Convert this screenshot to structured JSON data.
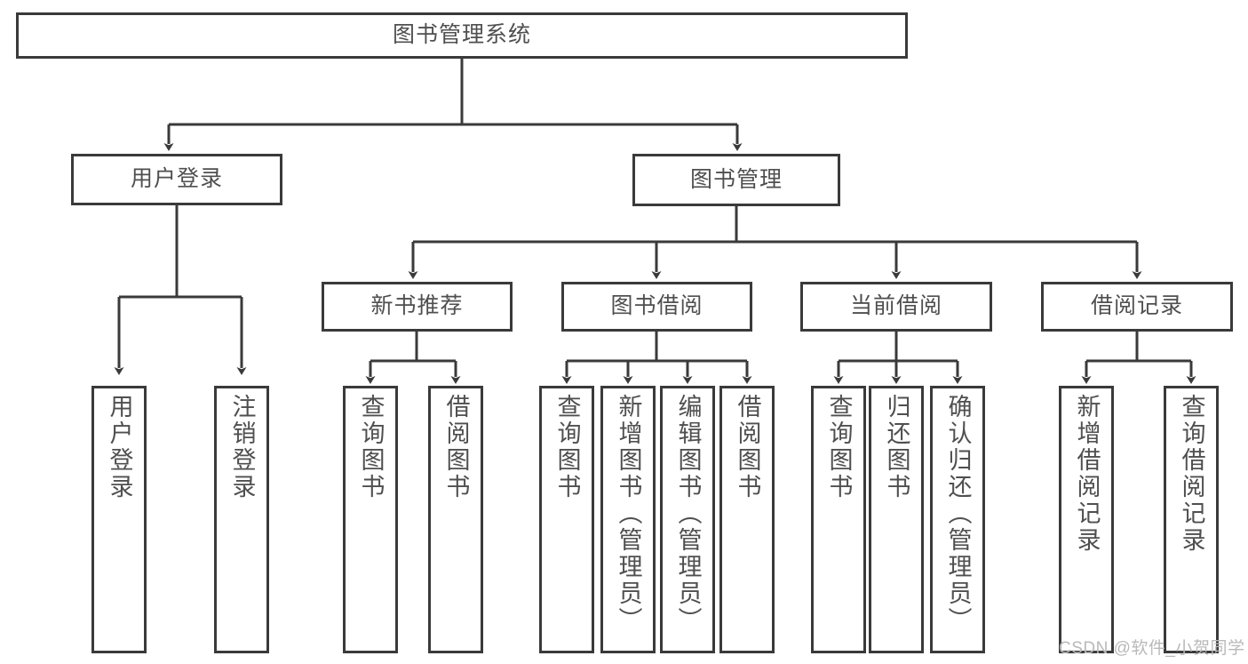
{
  "diagram": {
    "title": "图书管理系统",
    "type": "hierarchy-tree",
    "watermark": "CSDN @软件_小贺同学",
    "colors": {
      "stroke": "#3a3a3a",
      "text": "#4f4f4f",
      "background": "#ffffff",
      "watermark": "#b9b9b9"
    },
    "nodes": {
      "root": {
        "label": "图书管理系统"
      },
      "level2": [
        {
          "label": "用户登录"
        },
        {
          "label": "图书管理"
        }
      ],
      "level3": [
        {
          "label": "新书推荐"
        },
        {
          "label": "图书借阅"
        },
        {
          "label": "当前借阅"
        },
        {
          "label": "借阅记录"
        }
      ],
      "leaves": {
        "user_login": [
          {
            "label": "用户登录"
          },
          {
            "label": "注销登录"
          }
        ],
        "new_book_recommend": [
          {
            "label": "查询图书"
          },
          {
            "label": "借阅图书"
          }
        ],
        "book_borrow": [
          {
            "label": "查询图书"
          },
          {
            "label": "新增图书（管理员）"
          },
          {
            "label": "编辑图书（管理员）"
          },
          {
            "label": "借阅图书"
          }
        ],
        "current_borrow": [
          {
            "label": "查询图书"
          },
          {
            "label": "归还图书"
          },
          {
            "label": "确认归还（管理员）"
          }
        ],
        "borrow_record": [
          {
            "label": "新增借阅记录"
          },
          {
            "label": "查询借阅记录"
          }
        ]
      }
    }
  }
}
